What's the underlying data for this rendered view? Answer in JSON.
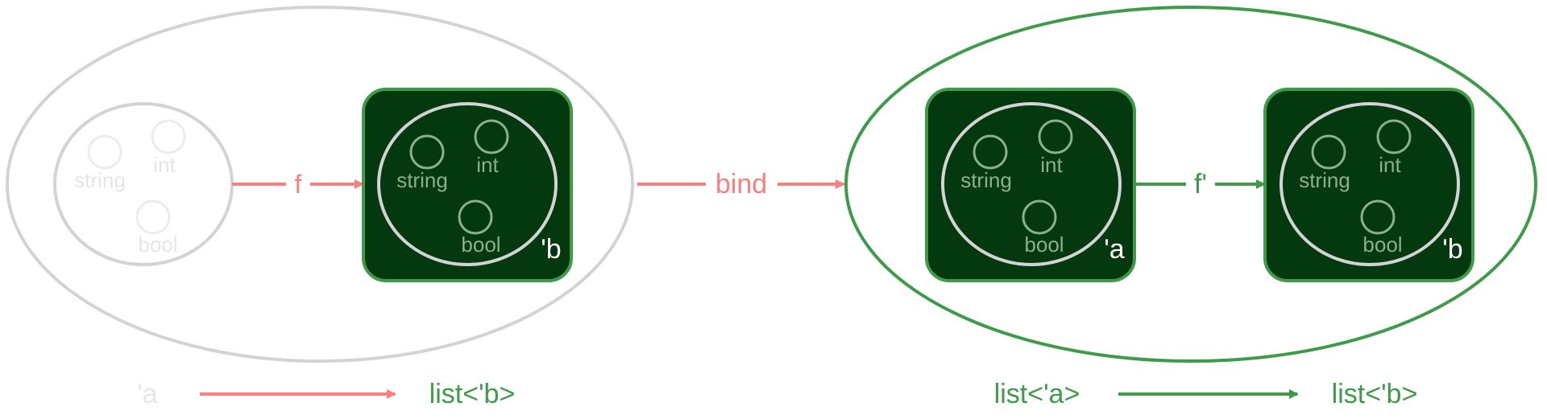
{
  "colors": {
    "faded_gray": "#d3d3d3",
    "faded_text": "#e6e6e6",
    "red_arrow": "#f97f7f",
    "green": "#3f9a4a",
    "dark_green_fill": "#04380e",
    "node_label_gray": "#8ab08e",
    "white": "#ffffff"
  },
  "left_group": {
    "source_set": {
      "items": [
        "string",
        "int",
        "bool"
      ]
    },
    "map_label": "f",
    "target_box": {
      "type_label": "'b",
      "items": [
        "string",
        "int",
        "bool"
      ]
    }
  },
  "bind_label": "bind",
  "right_group": {
    "source_box": {
      "type_label": "'a",
      "items": [
        "string",
        "int",
        "bool"
      ]
    },
    "map_label": "f'",
    "target_box": {
      "type_label": "'b",
      "items": [
        "string",
        "int",
        "bool"
      ]
    }
  },
  "bottom_left": {
    "from": "'a",
    "to": "list<'b>"
  },
  "bottom_right": {
    "from": "list<'a>",
    "to": "list<'b>"
  }
}
